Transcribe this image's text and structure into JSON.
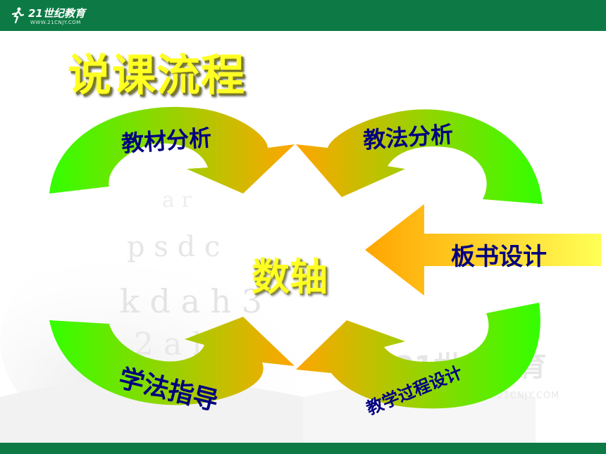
{
  "header": {
    "logo_text": "21世纪教育",
    "logo_sub": "WWW.21CNJY.COM"
  },
  "slide": {
    "title": "说课流程",
    "center_label": "数轴",
    "arrows": [
      {
        "label": "教材分析"
      },
      {
        "label": "教法分析"
      },
      {
        "label": "板书设计"
      },
      {
        "label": "学法指导"
      },
      {
        "label": "教学过程设计"
      }
    ]
  },
  "watermark": {
    "text": "21世纪教育",
    "sub": "WWW.21CNJY.COM"
  },
  "colors": {
    "header_green": "#0d7a45",
    "title_yellow": "#ffff22",
    "label_navy": "#000080",
    "arrow_green": "#33ff00",
    "arrow_orange": "#ffa500"
  }
}
